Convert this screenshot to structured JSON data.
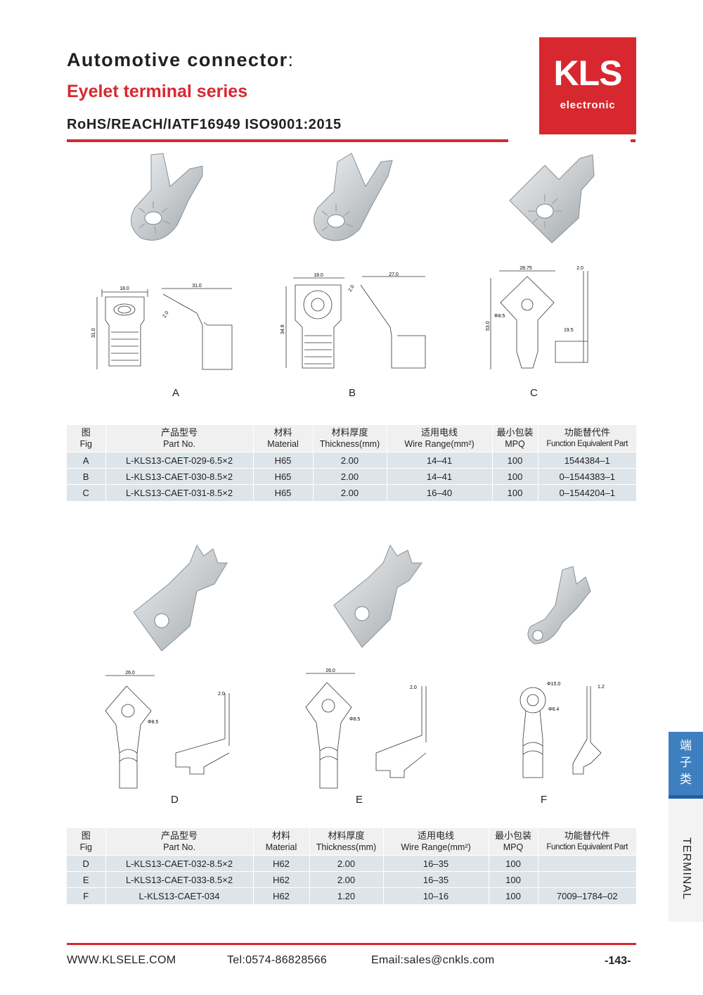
{
  "header": {
    "title": "Automotive connector",
    "title_colon": ":",
    "subtitle": "Eyelet terminal series",
    "certifications": "RoHS/REACH/IATF16949 ISO9001:2015"
  },
  "logo": {
    "brand": "KLS",
    "sub": "electronic"
  },
  "colors": {
    "accent": "#d7282f",
    "tab_blue": "#3e7fbf",
    "table_row": "#dde5ea",
    "table_head": "#f0f0f0"
  },
  "figures_top": {
    "A": {
      "label": "A",
      "dims": {
        "w": "18.0",
        "h": "31.0",
        "side": "31.0",
        "t": "2.0"
      }
    },
    "B": {
      "label": "B",
      "dims": {
        "w": "18.0",
        "h": "34.8",
        "side": "27.0",
        "t": "2.0"
      }
    },
    "C": {
      "label": "C",
      "dims": {
        "w": "28.75",
        "h": "53.0",
        "hole": "Φ8.5",
        "side": "19.5",
        "t": "2.0"
      }
    }
  },
  "figures_bottom": {
    "D": {
      "label": "D",
      "dims": {
        "w": "26.0",
        "hole": "Φ8.5",
        "t": "2.0"
      }
    },
    "E": {
      "label": "E",
      "dims": {
        "w": "26.0",
        "hole": "Φ8.5",
        "t": "2.0"
      }
    },
    "F": {
      "label": "F",
      "dims": {
        "outer": "Φ15.0",
        "hole": "Φ6.4",
        "t": "1.2"
      }
    }
  },
  "table_headers": {
    "fig_cn": "图",
    "fig_en": "Fig",
    "part_cn": "产品型号",
    "part_en": "Part No.",
    "material_cn": "材料",
    "material_en": "Material",
    "thickness_cn": "材料厚度",
    "thickness_en": "Thickness(mm)",
    "wire_cn": "适用电线",
    "wire_en": "Wire Range(mm²)",
    "mpq_cn": "最小包装",
    "mpq_en": "MPQ",
    "equiv_cn": "功能替代件",
    "equiv_en": "Function Equivalent Part"
  },
  "table1": [
    {
      "fig": "A",
      "part": "L-KLS13-CAET-029-6.5×2",
      "material": "H65",
      "thickness": "2.00",
      "wire": "14–41",
      "mpq": "100",
      "equiv": "1544384–1"
    },
    {
      "fig": "B",
      "part": "L-KLS13-CAET-030-8.5×2",
      "material": "H65",
      "thickness": "2.00",
      "wire": "14–41",
      "mpq": "100",
      "equiv": "0–1544383–1"
    },
    {
      "fig": "C",
      "part": "L-KLS13-CAET-031-8.5×2",
      "material": "H65",
      "thickness": "2.00",
      "wire": "16–40",
      "mpq": "100",
      "equiv": "0–1544204–1"
    }
  ],
  "table2": [
    {
      "fig": "D",
      "part": "L-KLS13-CAET-032-8.5×2",
      "material": "H62",
      "thickness": "2.00",
      "wire": "16–35",
      "mpq": "100",
      "equiv": ""
    },
    {
      "fig": "E",
      "part": "L-KLS13-CAET-033-8.5×2",
      "material": "H62",
      "thickness": "2.00",
      "wire": "16–35",
      "mpq": "100",
      "equiv": ""
    },
    {
      "fig": "F",
      "part": "L-KLS13-CAET-034",
      "material": "H62",
      "thickness": "1.20",
      "wire": "10–16",
      "mpq": "100",
      "equiv": "7009–1784–02"
    }
  ],
  "side_tab": {
    "cn": [
      "端",
      "子",
      "类"
    ],
    "en": "TERMINAL"
  },
  "footer": {
    "website": "WWW.KLSELE.COM",
    "tel": "Tel:0574-86828566",
    "email": "Email:sales@cnkls.com",
    "page": "-143-"
  }
}
